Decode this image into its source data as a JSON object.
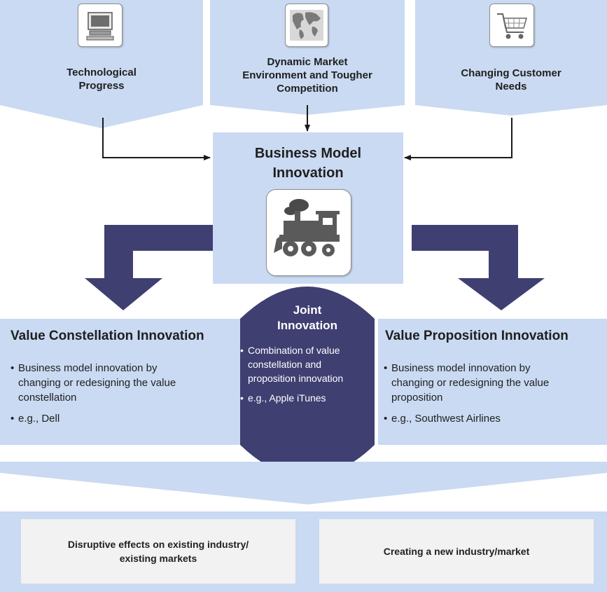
{
  "colors": {
    "light_blue": "#c9daf2",
    "dark_navy": "#403f72",
    "output_box": "#f2f2f2",
    "arrow_line": "#1a1a1a"
  },
  "drivers": [
    {
      "label": "Technological Progress",
      "line1": "Technological",
      "line2": "Progress",
      "icon": "computer-icon"
    },
    {
      "label": "Dynamic Market Environment and Tougher Competition",
      "line1": "Dynamic Market",
      "line2": "Environment and Tougher",
      "line3": "Competition",
      "icon": "world-map-icon"
    },
    {
      "label": "Changing Customer Needs",
      "line1": "Changing Customer",
      "line2": "Needs",
      "icon": "shopping-cart-icon"
    }
  ],
  "center": {
    "line1": "Business Model",
    "line2": "Innovation",
    "icon": "locomotive-icon"
  },
  "value_constellation": {
    "title": "Value Constellation Innovation",
    "bullet1_lines": [
      "Business model innovation by",
      "changing or redesigning the value",
      "constellation"
    ],
    "bullet2": "e.g., Dell"
  },
  "joint": {
    "title_line1": "Joint",
    "title_line2": "Innovation",
    "bullet1_lines": [
      "Combination of value",
      "constellation and",
      "proposition innovation"
    ],
    "bullet2": "e.g., Apple iTunes"
  },
  "value_proposition": {
    "title": "Value Proposition Innovation",
    "bullet1_lines": [
      "Business model innovation by",
      "changing or redesigning the value",
      "proposition"
    ],
    "bullet2": "e.g., Southwest Airlines"
  },
  "outcomes": [
    {
      "line1": "Disruptive effects on existing industry/",
      "line2": "existing markets"
    },
    {
      "line1": "Creating a new industry/market"
    }
  ]
}
